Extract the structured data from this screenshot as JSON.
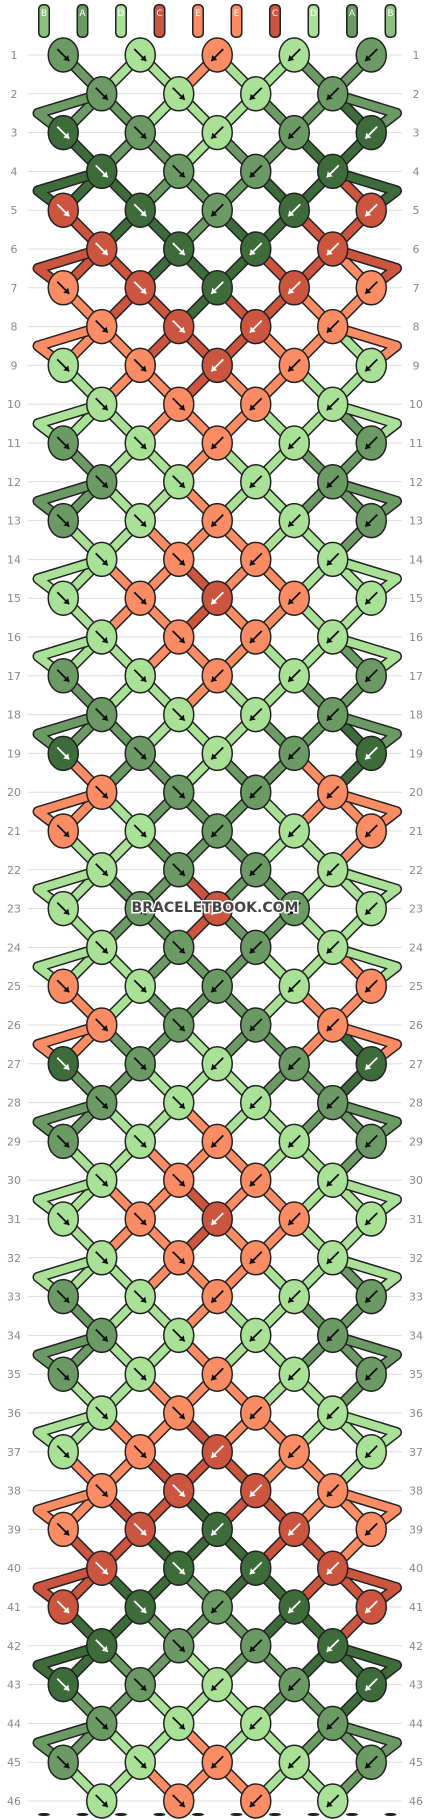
{
  "colors": {
    "A": "#6b9a64",
    "B": "#8cc07e",
    "C": "#cc5540",
    "D": "#a9e196",
    "E": "#fb8c64",
    "G": "#3d6b3a"
  },
  "strands": [
    "B",
    "A",
    "D",
    "C",
    "E",
    "E",
    "C",
    "D",
    "A",
    "B"
  ],
  "rows": 46,
  "watermark": "BRACELETBOOK.COM",
  "knot_colors": [
    [
      "A",
      "D",
      "E",
      "D",
      "A"
    ],
    [
      "A",
      "D",
      "D",
      "A"
    ],
    [
      "G",
      "A",
      "D",
      "A",
      "G"
    ],
    [
      "G",
      "A",
      "A",
      "G"
    ],
    [
      "C",
      "G",
      "A",
      "G",
      "C"
    ],
    [
      "C",
      "G",
      "G",
      "C"
    ],
    [
      "E",
      "C",
      "G",
      "C",
      "E"
    ],
    [
      "E",
      "C",
      "C",
      "E"
    ],
    [
      "D",
      "E",
      "C",
      "E",
      "D"
    ],
    [
      "D",
      "E",
      "E",
      "D"
    ],
    [
      "A",
      "D",
      "E",
      "D",
      "A"
    ],
    [
      "A",
      "D",
      "D",
      "A"
    ],
    [
      "A",
      "D",
      "E",
      "D",
      "A"
    ],
    [
      "D",
      "E",
      "E",
      "D"
    ],
    [
      "D",
      "E",
      "C",
      "E",
      "D"
    ],
    [
      "D",
      "E",
      "E",
      "D"
    ],
    [
      "A",
      "D",
      "E",
      "D",
      "A"
    ],
    [
      "A",
      "D",
      "D",
      "A"
    ],
    [
      "G",
      "A",
      "D",
      "A",
      "G"
    ],
    [
      "E",
      "A",
      "A",
      "E"
    ],
    [
      "E",
      "D",
      "A",
      "D",
      "E"
    ],
    [
      "D",
      "A",
      "A",
      "D"
    ],
    [
      "D",
      "A",
      "C",
      "A",
      "D"
    ],
    [
      "D",
      "A",
      "A",
      "D"
    ],
    [
      "E",
      "D",
      "A",
      "D",
      "E"
    ],
    [
      "E",
      "A",
      "A",
      "E"
    ],
    [
      "G",
      "A",
      "D",
      "A",
      "G"
    ],
    [
      "A",
      "D",
      "D",
      "A"
    ],
    [
      "A",
      "D",
      "E",
      "D",
      "A"
    ],
    [
      "D",
      "E",
      "E",
      "D"
    ],
    [
      "D",
      "E",
      "C",
      "E",
      "D"
    ],
    [
      "D",
      "E",
      "E",
      "D"
    ],
    [
      "A",
      "D",
      "E",
      "D",
      "A"
    ],
    [
      "A",
      "D",
      "D",
      "A"
    ],
    [
      "A",
      "D",
      "E",
      "D",
      "A"
    ],
    [
      "D",
      "E",
      "E",
      "D"
    ],
    [
      "D",
      "E",
      "C",
      "E",
      "D"
    ],
    [
      "E",
      "C",
      "C",
      "E"
    ],
    [
      "E",
      "C",
      "G",
      "C",
      "E"
    ],
    [
      "C",
      "G",
      "G",
      "C"
    ],
    [
      "C",
      "G",
      "A",
      "G",
      "C"
    ],
    [
      "G",
      "A",
      "A",
      "G"
    ],
    [
      "G",
      "A",
      "D",
      "A",
      "G"
    ],
    [
      "A",
      "D",
      "D",
      "A"
    ],
    [
      "A",
      "D",
      "E",
      "D",
      "A"
    ],
    [
      "D",
      "E",
      "E",
      "D"
    ]
  ]
}
